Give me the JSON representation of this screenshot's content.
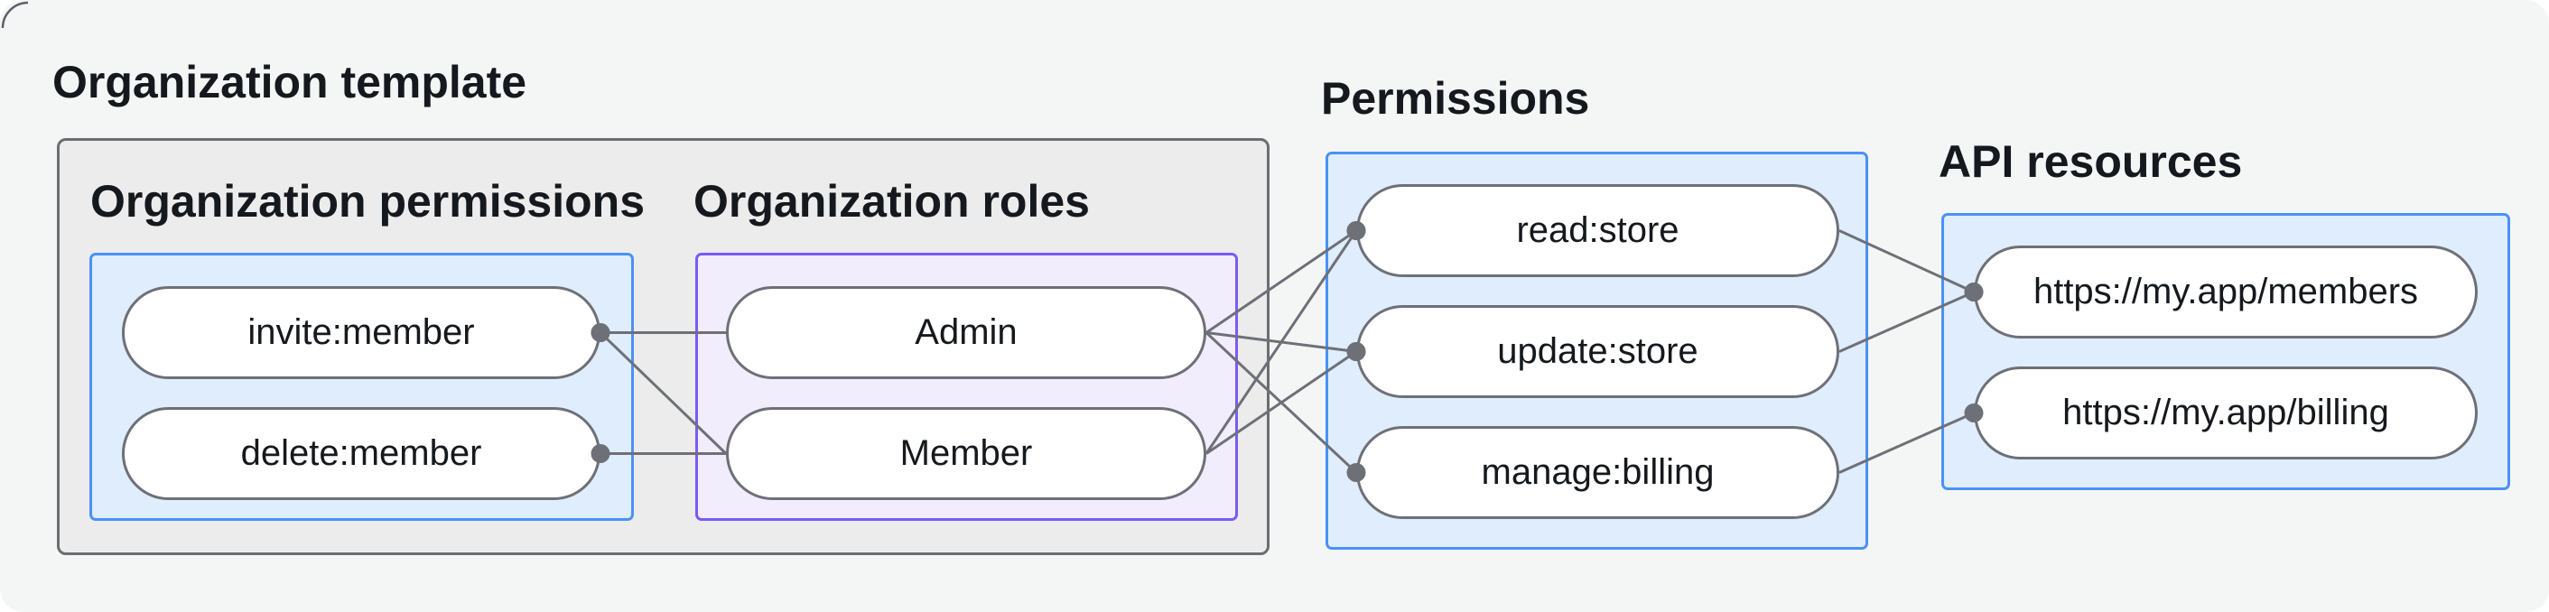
{
  "labels": {
    "org_template": "Organization template",
    "org_permissions": "Organization permissions",
    "org_roles": "Organization roles",
    "permissions": "Permissions",
    "api_resources": "API resources"
  },
  "nodes": {
    "invite": {
      "label": "invite:member"
    },
    "delete": {
      "label": "delete:member"
    },
    "admin": {
      "label": "Admin"
    },
    "member": {
      "label": "Member"
    },
    "read": {
      "label": "read:store"
    },
    "update": {
      "label": "update:store"
    },
    "manage": {
      "label": "manage:billing"
    },
    "members_api": {
      "label": "https://my.app/members"
    },
    "billing_api": {
      "label": "https://my.app/billing"
    }
  },
  "edges": [
    {
      "from": "invite",
      "to": "admin",
      "dot": "from"
    },
    {
      "from": "invite",
      "to": "member",
      "dot": "from"
    },
    {
      "from": "delete",
      "to": "member",
      "dot": "from"
    },
    {
      "from": "admin",
      "to": "read",
      "dot": "to"
    },
    {
      "from": "admin",
      "to": "update",
      "dot": "to"
    },
    {
      "from": "admin",
      "to": "manage",
      "dot": "to"
    },
    {
      "from": "member",
      "to": "read",
      "dot": "to"
    },
    {
      "from": "member",
      "to": "update",
      "dot": "to"
    },
    {
      "from": "read",
      "to": "members_api",
      "dot": "to"
    },
    {
      "from": "update",
      "to": "members_api",
      "dot": "to"
    },
    {
      "from": "manage",
      "to": "billing_api",
      "dot": "to"
    }
  ],
  "style": {
    "wire_width": 3,
    "dot_radius": 10.5
  },
  "colors": {
    "canvas": "#f4f6f6",
    "text": "#15191e",
    "wire": "#6e7077",
    "dot": "#6e7077",
    "gray_fill": "#ececec",
    "gray_border": "#6b6d72",
    "blue_fill": "#dfedfc",
    "blue_border": "#4a91f7",
    "purple_fill": "#f2edfd",
    "purple_border": "#7a5af5",
    "pill_fill": "#ffffff"
  }
}
